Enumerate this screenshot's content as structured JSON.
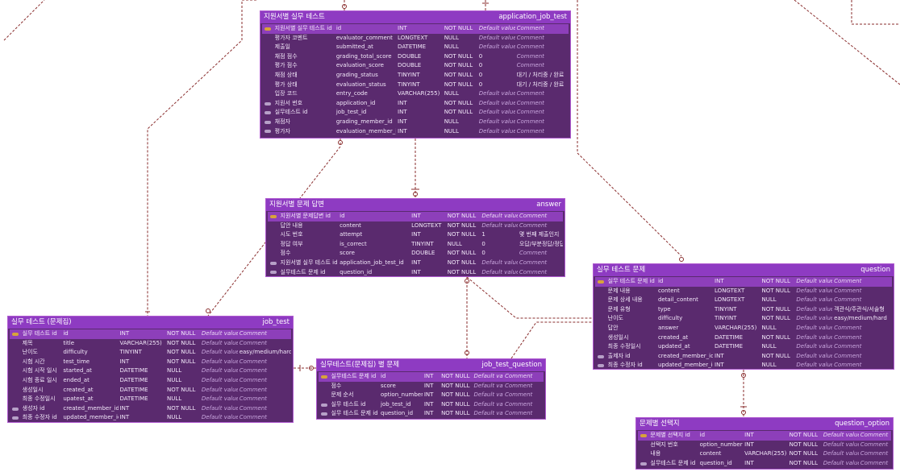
{
  "tables": {
    "application_job_test": {
      "kor": "지원서별 실무 테스트",
      "eng": "application_job_test",
      "rows": [
        {
          "key": "pk",
          "label": "지원서별 실무 테스트 id",
          "name": "id",
          "type": "INT",
          "nn": "NOT NULL",
          "def": "Default value",
          "cmt": "Comment"
        },
        {
          "key": "",
          "label": "평가자 코멘트",
          "name": "evaluator_comment",
          "type": "LONGTEXT",
          "nn": "NULL",
          "def": "Default value",
          "cmt": "Comment"
        },
        {
          "key": "",
          "label": "제출일",
          "name": "submitted_at",
          "type": "DATETIME",
          "nn": "NULL",
          "def": "Default value",
          "cmt": "Comment"
        },
        {
          "key": "",
          "label": "채점 점수",
          "name": "grading_total_score",
          "type": "DOUBLE",
          "nn": "NOT NULL",
          "def": "0",
          "cmt": "Comment"
        },
        {
          "key": "",
          "label": "평가 점수",
          "name": "evaluation_score",
          "type": "DOUBLE",
          "nn": "NOT NULL",
          "def": "0",
          "cmt": "Comment"
        },
        {
          "key": "",
          "label": "채점 상태",
          "name": "grading_status",
          "type": "TINYINT",
          "nn": "NOT NULL",
          "def": "0",
          "cmt": "대기 / 처리중 / 완료"
        },
        {
          "key": "",
          "label": "평가 상태",
          "name": "evaluation_status",
          "type": "TINYINT",
          "nn": "NOT NULL",
          "def": "0",
          "cmt": "대기 / 처리중 / 완료"
        },
        {
          "key": "",
          "label": "입장 코드",
          "name": "entry_code",
          "type": "VARCHAR(255)",
          "nn": "NULL",
          "def": "Default value",
          "cmt": "Comment"
        },
        {
          "key": "fk",
          "label": "지원서 번호",
          "name": "application_id",
          "type": "INT",
          "nn": "NOT NULL",
          "def": "Default value",
          "cmt": "Comment"
        },
        {
          "key": "fk",
          "label": "실무테스트 id",
          "name": "job_test_id",
          "type": "INT",
          "nn": "NOT NULL",
          "def": "Default value",
          "cmt": "Comment"
        },
        {
          "key": "fk",
          "label": "채점자",
          "name": "grading_member_id",
          "type": "INT",
          "nn": "NULL",
          "def": "Default value",
          "cmt": "Comment"
        },
        {
          "key": "fk",
          "label": "평가자",
          "name": "evaluation_member_id",
          "type": "INT",
          "nn": "NULL",
          "def": "Default value",
          "cmt": "Comment"
        }
      ]
    },
    "answer": {
      "kor": "지원서별 문제 답변",
      "eng": "answer",
      "rows": [
        {
          "key": "pk",
          "label": "지원서별 문제답변 id",
          "name": "id",
          "type": "INT",
          "nn": "NOT NULL",
          "def": "Default value",
          "cmt": "Comment"
        },
        {
          "key": "",
          "label": "답안 내용",
          "name": "content",
          "type": "LONGTEXT",
          "nn": "NOT NULL",
          "def": "Default value",
          "cmt": "Comment"
        },
        {
          "key": "",
          "label": "시도 번호",
          "name": "attempt",
          "type": "INT",
          "nn": "NOT NULL",
          "def": "1",
          "cmt": "몇 번째 제출인지"
        },
        {
          "key": "",
          "label": "정답 여부",
          "name": "is_correct",
          "type": "TINYINT",
          "nn": "NULL",
          "def": "0",
          "cmt": "오답/부분정답/정답"
        },
        {
          "key": "",
          "label": "점수",
          "name": "score",
          "type": "DOUBLE",
          "nn": "NOT NULL",
          "def": "0",
          "cmt": "Comment"
        },
        {
          "key": "fk",
          "label": "지원서별 실무 테스트 id",
          "name": "application_job_test_id",
          "type": "INT",
          "nn": "NOT NULL",
          "def": "Default value",
          "cmt": "Comment"
        },
        {
          "key": "fk",
          "label": "실무테스트 문제 id",
          "name": "question_id",
          "type": "INT",
          "nn": "NOT NULL",
          "def": "Default value",
          "cmt": "Comment"
        }
      ]
    },
    "question": {
      "kor": "실무 테스트 문제",
      "eng": "question",
      "rows": [
        {
          "key": "pk",
          "label": "실무 테스트 문제 id",
          "name": "id",
          "type": "INT",
          "nn": "NOT NULL",
          "def": "Default value",
          "cmt": "Comment"
        },
        {
          "key": "",
          "label": "문제 내용",
          "name": "content",
          "type": "LONGTEXT",
          "nn": "NOT NULL",
          "def": "Default value",
          "cmt": "Comment"
        },
        {
          "key": "",
          "label": "문제 상세 내용",
          "name": "detail_content",
          "type": "LONGTEXT",
          "nn": "NULL",
          "def": "Default value",
          "cmt": "Comment"
        },
        {
          "key": "",
          "label": "문제 유형",
          "name": "type",
          "type": "TINYINT",
          "nn": "NOT NULL",
          "def": "Default value",
          "cmt": "객관식/주관식/서술형"
        },
        {
          "key": "",
          "label": "난이도",
          "name": "difficulty",
          "type": "TINYINT",
          "nn": "NOT NULL",
          "def": "Default value",
          "cmt": "easy/medium/hard"
        },
        {
          "key": "",
          "label": "답안",
          "name": "answer",
          "type": "VARCHAR(255)",
          "nn": "NULL",
          "def": "Default value",
          "cmt": "Comment"
        },
        {
          "key": "",
          "label": "생성일시",
          "name": "created_at",
          "type": "DATETIME",
          "nn": "NOT NULL",
          "def": "Default value",
          "cmt": "Comment"
        },
        {
          "key": "",
          "label": "최종 수정일시",
          "name": "updated_at",
          "type": "DATETIME",
          "nn": "NULL",
          "def": "Default value",
          "cmt": "Comment"
        },
        {
          "key": "fk",
          "label": "출제자 id",
          "name": "created_member_id",
          "type": "INT",
          "nn": "NOT NULL",
          "def": "Default value",
          "cmt": "Comment"
        },
        {
          "key": "fk",
          "label": "최종 수정자 id",
          "name": "updated_member_id",
          "type": "INT",
          "nn": "NULL",
          "def": "Default value",
          "cmt": "Comment"
        }
      ]
    },
    "job_test": {
      "kor": "실무 테스트 (문제집)",
      "eng": "job_test",
      "rows": [
        {
          "key": "pk",
          "label": "실무 테스트 id",
          "name": "id",
          "type": "INT",
          "nn": "NOT NULL",
          "def": "Default value",
          "cmt": "Comment"
        },
        {
          "key": "",
          "label": "제목",
          "name": "title",
          "type": "VARCHAR(255)",
          "nn": "NOT NULL",
          "def": "Default value",
          "cmt": "Comment"
        },
        {
          "key": "",
          "label": "난이도",
          "name": "difficulty",
          "type": "TINYINT",
          "nn": "NOT NULL",
          "def": "Default value",
          "cmt": "easy/medium/hard"
        },
        {
          "key": "",
          "label": "시험 시간",
          "name": "test_time",
          "type": "INT",
          "nn": "NOT NULL",
          "def": "Default value",
          "cmt": "Comment"
        },
        {
          "key": "",
          "label": "시험 시작 일시",
          "name": "started_at",
          "type": "DATETIME",
          "nn": "NULL",
          "def": "Default value",
          "cmt": "Comment"
        },
        {
          "key": "",
          "label": "시험 종료 일시",
          "name": "ended_at",
          "type": "DATETIME",
          "nn": "NULL",
          "def": "Default value",
          "cmt": "Comment"
        },
        {
          "key": "",
          "label": "생성일시",
          "name": "created_at",
          "type": "DATETIME",
          "nn": "NOT NULL",
          "def": "Default value",
          "cmt": "Comment"
        },
        {
          "key": "",
          "label": "최종 수정일시",
          "name": "upatest_at",
          "type": "DATETIME",
          "nn": "NULL",
          "def": "Default value",
          "cmt": "Comment"
        },
        {
          "key": "fk",
          "label": "생성자 id",
          "name": "created_member_id",
          "type": "INT",
          "nn": "NOT NULL",
          "def": "Default value",
          "cmt": "Comment"
        },
        {
          "key": "fk",
          "label": "최종 수정자 id",
          "name": "updated_member_id",
          "type": "INT",
          "nn": "NULL",
          "def": "Default value",
          "cmt": "Comment"
        }
      ]
    },
    "job_test_question": {
      "kor": "실무테스트(문제집) 별 문제",
      "eng": "job_test_question",
      "rows": [
        {
          "key": "pk",
          "label": "실무테스트 문제 id",
          "name": "id",
          "type": "INT",
          "nn": "NOT NULL",
          "def": "Default value",
          "cmt": "Comment"
        },
        {
          "key": "",
          "label": "점수",
          "name": "score",
          "type": "INT",
          "nn": "NOT NULL",
          "def": "Default value",
          "cmt": "Comment"
        },
        {
          "key": "",
          "label": "문제 순서",
          "name": "option_number",
          "type": "INT",
          "nn": "NOT NULL",
          "def": "Default value",
          "cmt": "Comment"
        },
        {
          "key": "fk",
          "label": "실무 테스트 id",
          "name": "job_test_id",
          "type": "INT",
          "nn": "NOT NULL",
          "def": "Default value",
          "cmt": "Comment"
        },
        {
          "key": "fk",
          "label": "실무 테스트 문제 id",
          "name": "question_id",
          "type": "INT",
          "nn": "NOT NULL",
          "def": "Default value",
          "cmt": "Comment"
        }
      ]
    },
    "question_option": {
      "kor": "문제별 선택지",
      "eng": "question_option",
      "rows": [
        {
          "key": "pk",
          "label": "문제별 선택지 id",
          "name": "id",
          "type": "INT",
          "nn": "NOT NULL",
          "def": "Default value",
          "cmt": "Comment"
        },
        {
          "key": "",
          "label": "선택지 번호",
          "name": "option_number",
          "type": "INT",
          "nn": "NOT NULL",
          "def": "Default value",
          "cmt": "Comment"
        },
        {
          "key": "",
          "label": "내용",
          "name": "content",
          "type": "VARCHAR(255)",
          "nn": "NOT NULL",
          "def": "Default value",
          "cmt": "Comment"
        },
        {
          "key": "fk",
          "label": "실무테스트 문제 id",
          "name": "question_id",
          "type": "INT",
          "nn": "NOT NULL",
          "def": "Default value",
          "cmt": "Comment"
        }
      ]
    }
  },
  "colors": {
    "header": "#8e3bc2",
    "body": "#5a2a6e",
    "pk_row": "#8d3fba",
    "relation_line": "#8a2e2e",
    "pk_key": "#d8a33a",
    "fk_key": "#b7a0c8"
  }
}
